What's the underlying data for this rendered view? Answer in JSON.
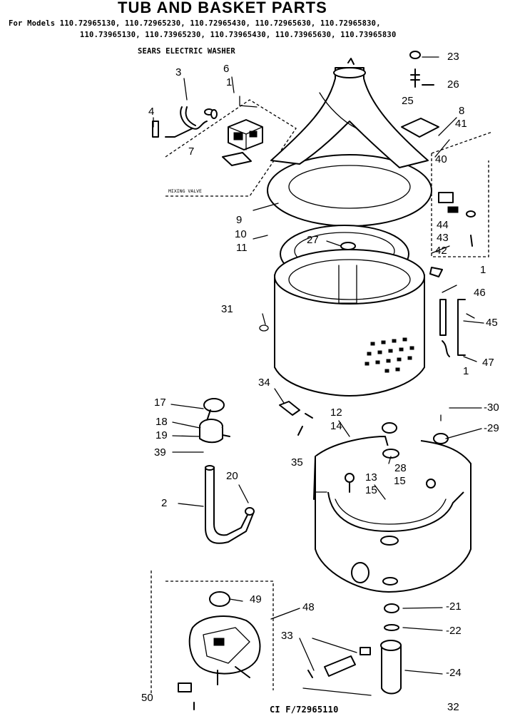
{
  "title": "TUB AND BASKET PARTS",
  "models": {
    "line1": "For Models 110.72965130, 110.72965230, 110.72965430, 110.72965630, 110.72965830,",
    "line2": "110.73965130, 110.73965230, 110.73965430, 110.73965630, 110.73965830"
  },
  "subtitle": "SEARS ELECTRIC WASHER",
  "mixing_valve_label": "MIXING VALVE",
  "footer_code": "CI F/72965110",
  "callouts": {
    "c23": "23",
    "c26": "26",
    "c25": "25",
    "c8": "8",
    "c41": "41",
    "c40": "40",
    "c3": "3",
    "c6": "6",
    "c1a": "1",
    "c4": "4",
    "c7": "7",
    "c9": "9",
    "c10": "10",
    "c11": "11",
    "c27": "27",
    "c44": "44",
    "c43": "43",
    "c42": "42",
    "c1b": "1",
    "c46": "46",
    "c31": "31",
    "c45": "45",
    "c47": "47",
    "c1c": "1",
    "c34": "34",
    "c17": "17",
    "c18": "18",
    "c19": "19",
    "c39": "39",
    "c35": "35",
    "c12": "12",
    "c14": "14",
    "c28": "28",
    "c13": "13",
    "c15a": "15",
    "c15b": "15",
    "c30": "-30",
    "c29": "-29",
    "c20": "20",
    "c2": "2",
    "c49": "49",
    "c48": "48",
    "c21": "-21",
    "c22": "-22",
    "c33": "33",
    "c24": "-24",
    "c50": "50",
    "c32": "32"
  }
}
